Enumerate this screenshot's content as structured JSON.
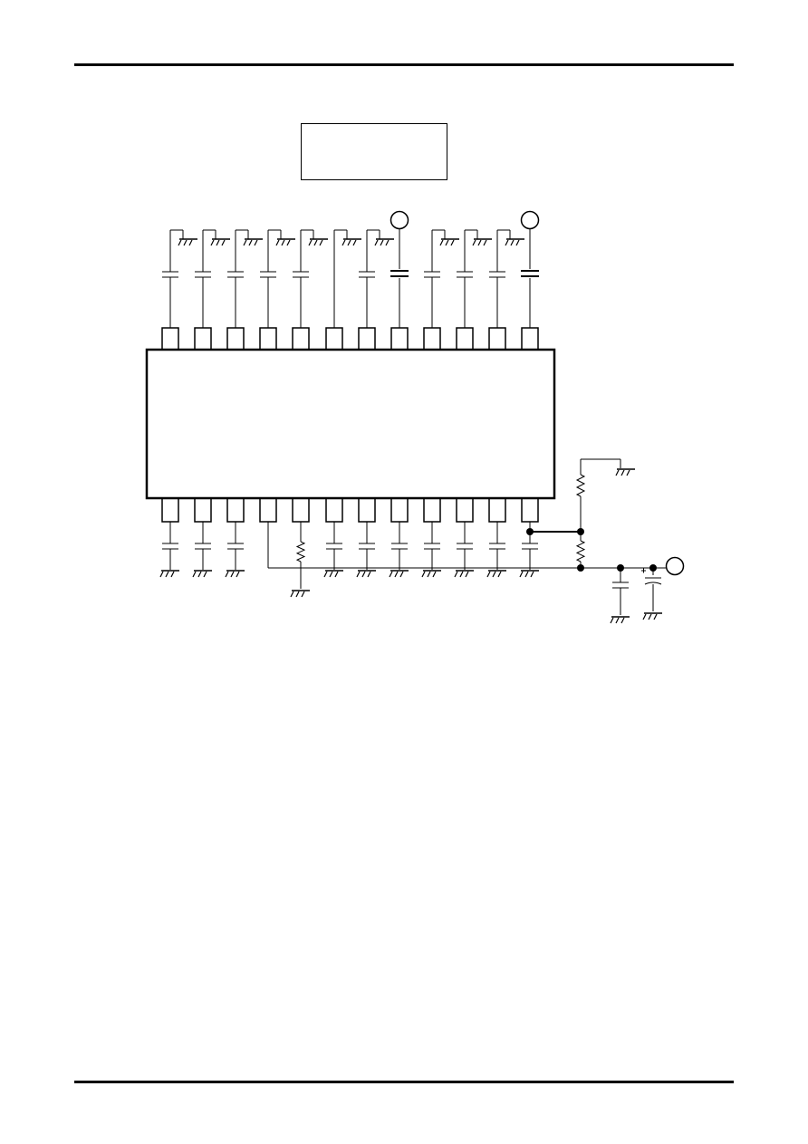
{
  "colors": {
    "ink": "#000000",
    "paper": "#ffffff"
  },
  "diagram": {
    "type": "application circuit schematic",
    "ic_pins_per_side": 12,
    "top_pin_components": [
      "cap-gnd",
      "cap-gnd",
      "cap-gnd",
      "cap-gnd",
      "cap-gnd",
      "wire-gnd",
      "cap-gnd",
      "cap-terminal",
      "cap-gnd",
      "cap-gnd",
      "cap-gnd",
      "cap-terminal"
    ],
    "bottom_pin_components": [
      "cap-gnd",
      "cap-gnd",
      "cap-gnd",
      "wire-bus",
      "resistor-gnd",
      "cap-gnd",
      "cap-gnd",
      "cap-gnd",
      "cap-gnd",
      "cap-gnd",
      "cap-gnd",
      "cap-gnd-divider"
    ],
    "supply_section": [
      "resistor-divider",
      "capacitor",
      "electrolytic-capacitor",
      "terminal"
    ],
    "terminals": 3
  }
}
